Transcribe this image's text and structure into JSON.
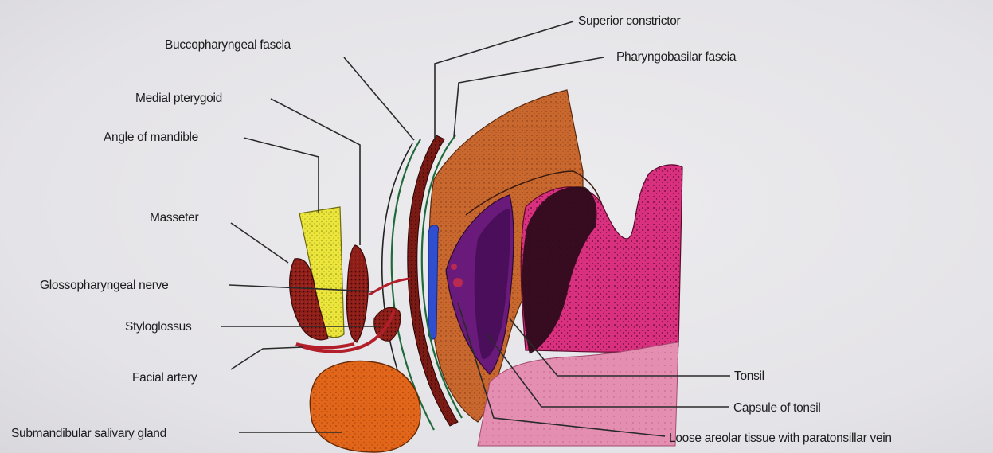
{
  "labels": {
    "superior_constrictor": "Superior constrictor",
    "buccopharyngeal_fascia": "Buccopharyngeal fascia",
    "pharyngobasilar_fascia": "Pharyngobasilar fascia",
    "medial_pterygoid": "Medial pterygoid",
    "angle_of_mandible": "Angle of mandible",
    "masseter": "Masseter",
    "glossopharyngeal_nerve": "Glossopharyngeal nerve",
    "styloglossus": "Styloglossus",
    "facial_artery": "Facial artery",
    "submandibular_gland": "Submandibular salivary gland",
    "tonsil": "Tonsil",
    "capsule_of_tonsil": "Capsule of tonsil",
    "loose_areolar_tissue": "Loose areolar tissue with paratonsillar vein"
  },
  "colors": {
    "background": "#e6e5e9",
    "superior_constrictor": "#c2652b",
    "tonsil": "#d9307f",
    "tonsil_core": "#2a0a18",
    "pharyngeal_wall": "#e88fb0",
    "masseter": "#8e1e18",
    "mandible": "#e9e23a",
    "submandibular_gland": "#e2661a",
    "vein": "#2f4fd0",
    "capsule": "#6a1a7a",
    "fascia_line": "#1f6a3b",
    "artery": "#b21e2a"
  }
}
